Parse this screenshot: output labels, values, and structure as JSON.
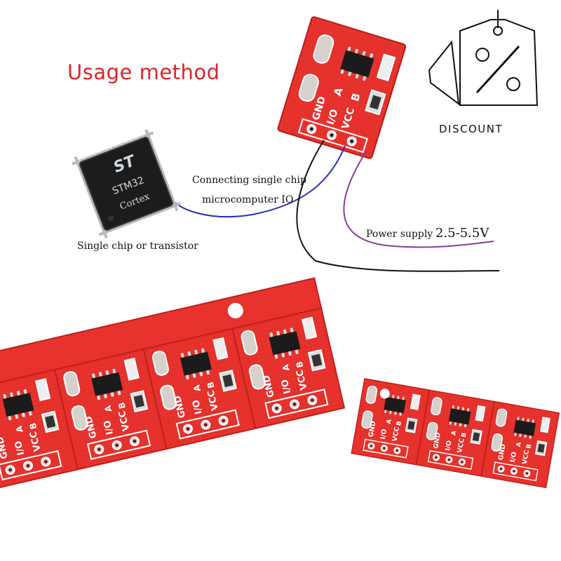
{
  "title": "Usage method",
  "captions": {
    "connect_line1": "Connecting single chip",
    "connect_line2": "microcomputer IO",
    "chip": "Single chip or transistor",
    "power": "Power supply",
    "voltage": "2.5-5.5V"
  },
  "discount": {
    "label": "DISCOUNT",
    "symbol": "%"
  },
  "chip_marking": {
    "brand": "ST",
    "model": "STM32",
    "core": "Cortex"
  },
  "board_pins": [
    "GND",
    "I/O",
    "VCC"
  ],
  "board_pads": [
    "A",
    "B"
  ],
  "wire_colors": {
    "io": "#2430b8",
    "gnd": "#111111",
    "vcc": "#8a3a9a"
  },
  "board_color": "#e8322e"
}
